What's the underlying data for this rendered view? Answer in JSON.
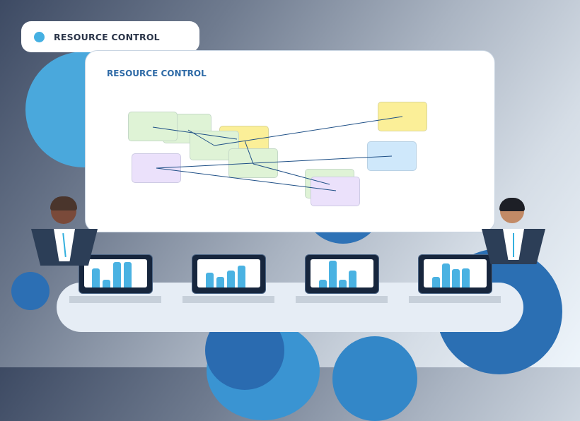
{
  "header": {
    "title": "RESOURCE CONTROL"
  },
  "board": {
    "title": "RESOURCE CONTROL"
  },
  "colors": {
    "accent": "#45b0e2",
    "board_title": "#2e6aa6",
    "node_green": "#dff3d6",
    "node_yellow": "#fbef98",
    "node_purple": "#ebe1fb",
    "node_blue": "#cfe8fb",
    "link": "#1e4f86"
  },
  "laptops": [
    {
      "bar_levels": [
        0.72,
        0.3,
        0.95,
        0.95
      ]
    },
    {
      "bar_levels": [
        0.55,
        0.4,
        0.62,
        0.82
      ]
    },
    {
      "bar_levels": [
        0.3,
        1.0,
        0.3,
        0.62
      ]
    },
    {
      "bar_levels": [
        0.4,
        0.9,
        0.68,
        0.72
      ]
    }
  ]
}
